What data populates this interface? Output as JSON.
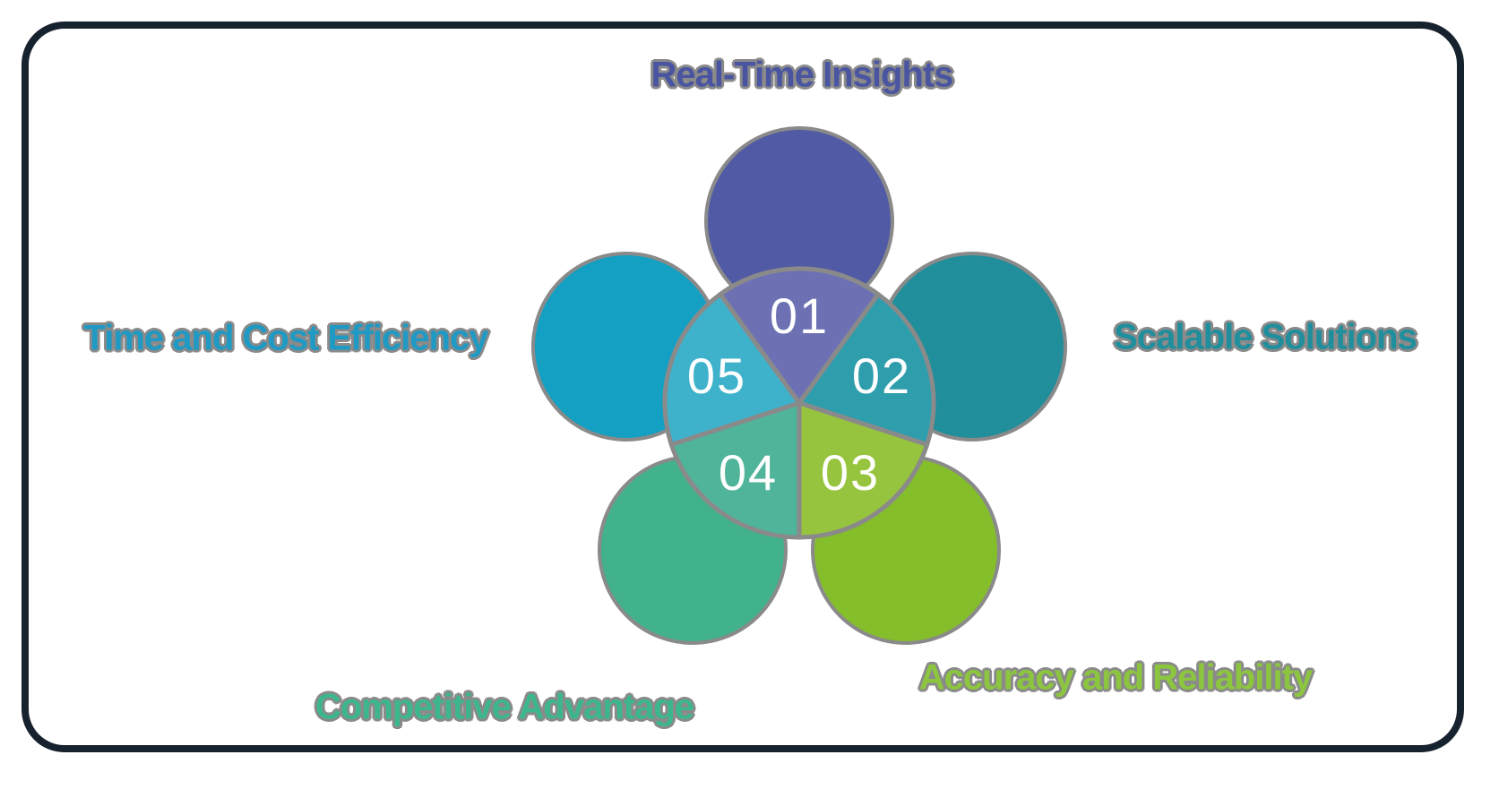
{
  "canvas": {
    "background_color": "#ffffff",
    "border_color": "#16222e",
    "outline_gray": "#8a8a8a",
    "number_text_color": "#ffffff"
  },
  "diagram": {
    "type": "flower-petal-infographic",
    "items": [
      {
        "number": "01",
        "label": "Real-Time Insights",
        "position": "top",
        "petal_color": "#505aa5",
        "wedge_color": "#6d71b3",
        "label_color": "#4a55a2"
      },
      {
        "number": "02",
        "label": "Scalable Solutions",
        "position": "right",
        "petal_color": "#218e9b",
        "wedge_color": "#2e9ead",
        "label_color": "#1f8f9d"
      },
      {
        "number": "03",
        "label": "Accuracy and Reliability",
        "position": "bottom-right",
        "petal_color": "#85be2b",
        "wedge_color": "#97c43e",
        "label_color": "#8cc63f"
      },
      {
        "number": "04",
        "label": "Competitive Advantage",
        "position": "bottom-left",
        "petal_color": "#41b28c",
        "wedge_color": "#50b49b",
        "label_color": "#3cb78c"
      },
      {
        "number": "05",
        "label": "Time and Cost Efficiency",
        "position": "left",
        "petal_color": "#14a0c2",
        "wedge_color": "#3fb2cb",
        "label_color": "#1e9ac4"
      }
    ]
  }
}
